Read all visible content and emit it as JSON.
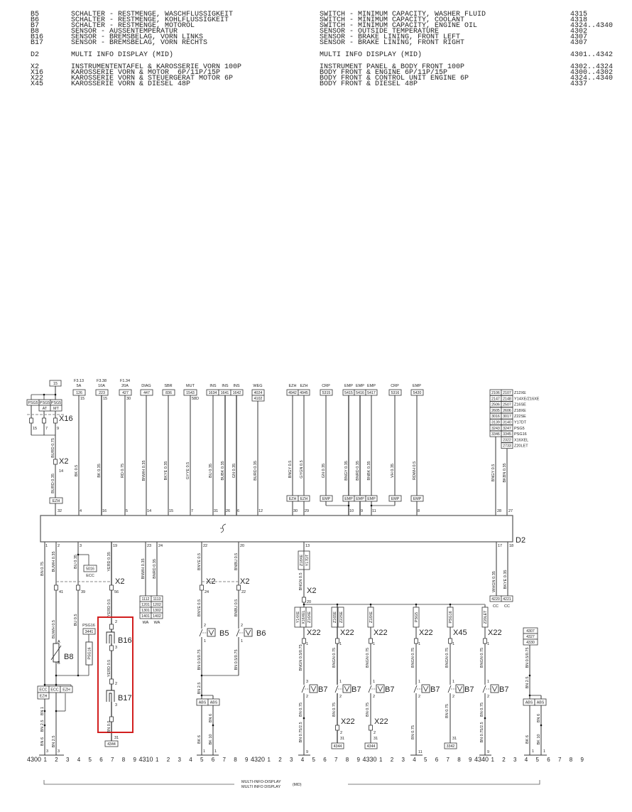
{
  "legend": {
    "rows": [
      {
        "code": "B5",
        "de": "SCHALTER - RESTMENGE, WASCHFLUSSIGKEIT",
        "en": "SWITCH - MINIMUM CAPACITY, WASHER FLUID",
        "ref": "4315"
      },
      {
        "code": "B6",
        "de": "SCHALTER - RESTMENGE, KOHLFLUSSIGKEIT",
        "en": "SWITCH - MINIMUM CAPACITY, COOLANT",
        "ref": "4318"
      },
      {
        "code": "B7",
        "de": "SCHALTER - RESTMENGE, MOTORÖL",
        "en": "SWITCH - MINIMUM CAPACITY, ENGINE OIL",
        "ref": "4324..4340"
      },
      {
        "code": "B8",
        "de": "SENSOR - AUSSENTEMPERATUR",
        "en": "SENSOR - OUTSIDE TEMPERATURE",
        "ref": "4302"
      },
      {
        "code": "B16",
        "de": "SENSOR - BREMSBELAG, VORN LINKS",
        "en": "SENSOR - BRAKE LINING, FRONT LEFT",
        "ref": "4307"
      },
      {
        "code": "B17",
        "de": "SENSOR - BREMSBELAG, VORN RECHTS",
        "en": "SENSOR - BRAKE LINING, FRONT RIGHT",
        "ref": "4307"
      },
      {
        "code": "D2",
        "de": "MULTI INFO DISPLAY (MID)",
        "en": "MULTI INFO DISPLAY (MID)",
        "ref": "4301..4342"
      },
      {
        "code": "X2",
        "de": "INSTRUMENTENTAFEL & KAROSSERIE VORN 100P",
        "en": "INSTRUMENT PANEL & BODY FRONT 100P",
        "ref": "4302..4324"
      },
      {
        "code": "X16",
        "de": "KAROSSERIE VORN & MOTOR  6P/11P/15P",
        "en": "BODY FRONT & ENGINE 6P/11P/15P",
        "ref": "4300..4302"
      },
      {
        "code": "X22",
        "de": "KAROSSERIE VORN & STEUERGERAT MOTOR 6P",
        "en": "BODY FRONT & CONTROL UNIT ENGINE 6P",
        "ref": "4324..4340"
      },
      {
        "code": "X45",
        "de": "KAROSSERIE VORN & DIESEL 48P",
        "en": "BODY FRONT & DIESEL 48P",
        "ref": "4337"
      }
    ]
  },
  "diagram": {
    "module_label": "D2",
    "title_de": "MULTI-INFO-DISPLAY",
    "title_en": "MULTI INFO DISPLAY",
    "title_suffix": "(MID)",
    "ruler": [
      "4300",
      "1",
      "2",
      "3",
      "4",
      "5",
      "6",
      "7",
      "8",
      "9",
      "4310",
      "1",
      "2",
      "3",
      "4",
      "5",
      "6",
      "7",
      "8",
      "9",
      "4320",
      "1",
      "2",
      "3",
      "4",
      "5",
      "6",
      "7",
      "8",
      "9",
      "4330",
      "1",
      "2",
      "3",
      "4",
      "5",
      "6",
      "7",
      "8",
      "9",
      "4340",
      "1",
      "2",
      "3",
      "4",
      "5",
      "6",
      "7",
      "8",
      "9"
    ],
    "variant_grid": [
      [
        "2106",
        "2107",
        "Z12XE"
      ],
      [
        "2147",
        "2148",
        "Y14XE/Z16XE"
      ],
      [
        "2506",
        "2507",
        "Z16SE"
      ],
      [
        "2605",
        "2606",
        "Z18XE"
      ],
      [
        "3016",
        "3017",
        "Z22SE"
      ],
      [
        "3139",
        "3140",
        "Y17DT"
      ],
      [
        "3243",
        "3247",
        "PSG5"
      ],
      [
        "3346",
        "3345",
        "PSG16"
      ],
      [
        "",
        "2322",
        "X16XEL"
      ],
      [
        "",
        "2733",
        "Z20LET"
      ]
    ],
    "labels": {
      "t15box": "15",
      "psg5a": "PSG5",
      "psg5b": "PSG5",
      "psg5c": "PSG5",
      "at": "AT",
      "mt": "MT",
      "x16": "X16",
      "p15": "15",
      "p7": "7",
      "p9": "9",
      "w_burd075": "BURD 0.75",
      "x2a": "X2",
      "p14": "14",
      "w_burd035": "BURD 0.35",
      "ezh0": "EZH",
      "f313": "F3.13",
      "a5": "5A",
      "b126": "126",
      "p15a": "15",
      "f338": "F3.38",
      "a10": "10A",
      "b223": "223",
      "p15b": "15",
      "f134": "F1.34",
      "a20": "20A",
      "b427": "427",
      "p30": "30",
      "diag": "DIAG",
      "b447": "447",
      "sbr": "SBR",
      "b836": "836",
      "mut": "MUT",
      "b1543": "1543",
      "p58d": "58D",
      "ins1": "INS",
      "b1634": "1634",
      "ins2": "INS",
      "b1641": "1641",
      "ins3": "INS",
      "b1642": "1642",
      "weg": "WEG",
      "b4024": "4024",
      "b4102": "4102",
      "ezh1": "EZH",
      "b4942": "4942",
      "ezh2": "EZH",
      "b4945": "4945",
      "crp1": "CRP",
      "b5315": "5315",
      "emp1": "EMP",
      "b5415": "5415",
      "emp2": "EMP",
      "b5416": "5416",
      "emp3": "EMP",
      "b5417": "5417",
      "crp2": "CRP",
      "b5316": "5316",
      "emp4": "EMP",
      "b5420": "5420",
      "bk05": "BK 0.5",
      "bk035": "BK 0.35",
      "rd075": "RD 0.75",
      "bnwh035": "BNWH 0.35",
      "bkye035": "BKYE 0.35",
      "gyye05": "GYYE 0.5",
      "bu035": "BU 0.35",
      "bubk035": "BUBK 0.35",
      "gn035": "GN 0.35",
      "burd035b": "BURD 0.35",
      "bngy05": "BNGY 0.5",
      "gygn05": "GYGN 0.5",
      "gn035b": "GN 0.35",
      "bngy035": "BNGY 0.35",
      "bnrd035": "BNRD 0.35",
      "bnbk035": "BNBK 0.35",
      "vh035": "VH 0.35",
      "rdwh05": "RDWH 0.5",
      "bngy05b": "BNGY 0.5",
      "bkbn035": "BKBN 0.35",
      "ezhb1": "EZH",
      "ezhb2": "EZH",
      "empb0": "EMP",
      "empb1": "EMP",
      "empb2": "EMP",
      "empb3": "EMP",
      "empb4": "EMP",
      "empb5": "EMP",
      "t32": "32",
      "t4": "4",
      "t16": "16",
      "t5": "5",
      "t14": "14",
      "t15": "15",
      "t7": "7",
      "t31": "31",
      "t26": "26",
      "t6": "6",
      "t12": "12",
      "t30": "30",
      "t29": "29",
      "t10": "10",
      "t9": "9",
      "t11": "11",
      "t8": "8",
      "t28": "28",
      "t27": "27",
      "u1": "1",
      "u2": "2",
      "u3": "3",
      "u19": "19",
      "u23": "23",
      "u24": "24",
      "u22": "22",
      "u20": "20",
      "u13": "13",
      "u17": "17",
      "u18": "18",
      "bn075a": "BN 0.75",
      "buwh035": "BUWH 0.35",
      "bu035b": "BU 0.35",
      "b5016": "5016",
      "ecc1": "ECC",
      "yerd035": "YERD 0.35",
      "x2b": "X2",
      "p41": "41",
      "p39": "39",
      "p56": "56",
      "buwh05": "BUWH 0.5",
      "bu05": "BU 0.5",
      "yerd05a": "YERD 0.5",
      "psg16lbl": "PSG16",
      "b3441": "3441",
      "psg16r": "PSG16",
      "b8": "B8",
      "b8a": "A",
      "b8b": "B",
      "eccx": "ECC",
      "eccy": "ECC",
      "ezhx": "EZH",
      "ezhy": "EZH",
      "bn1": "BN 1",
      "bn25a": "BN 2.5",
      "bn6a": "BN 6",
      "bn25b": "BN 2.5",
      "p3a": "3",
      "p3b": "3",
      "s2a": "2",
      "b16": "B16",
      "s3a": "3",
      "yerd05b": "YERD 0.5",
      "s2b": "2",
      "b17": "B17",
      "s3b": "3",
      "bn05r": "BN 0.5",
      "p31r": "31",
      "b4344a": "4344",
      "bnwh035b": "BNWH 0.35",
      "bnrd035b": "BNRD 0.35",
      "g1112": "1112",
      "g1113": "1113",
      "g1201": "1201",
      "g1202": "1202",
      "g1301": "1301",
      "g1302": "1302",
      "g1401": "1401",
      "g1402": "1402",
      "wa1": "WA",
      "wa2": "WA",
      "bnye05a": "BNYE 0.5",
      "bnbu05a": "BNBU 0.5",
      "x2c": "X2",
      "x2d": "X2",
      "p24": "24",
      "p22": "22",
      "bnye05b": "BNYE 0.5",
      "bnbu05b": "BNBU 0.5",
      "b5": "B5",
      "b6": "B6",
      "b5p2": "2",
      "b5p1": "1",
      "b6p2": "2",
      "b6p1": "1",
      "bn0575a": "BN 0.5/0.75",
      "bn0575b": "BN 0.5/0.75",
      "bn25c": "BN 2.5",
      "abs1": "ABS",
      "abs2": "ABS",
      "bk6a": "BK 6",
      "bn6b": "BN 6",
      "bk10a": "BK 10",
      "q1a": "1",
      "q1b": "1",
      "z18y17a": "Z18XE",
      "z18y17b": "Y17DT",
      "bngn05": "BNGN 0.5",
      "x2e": "X2",
      "p20": "20",
      "v1": "Y14XE",
      "v2": "X16XEL",
      "v3": "Z16XE",
      "v4": "Z16SE",
      "v5": "Z22SE",
      "v6": "Z18XE",
      "v7": "PSG5",
      "v8": "PSG16",
      "v9": "Z20LET",
      "c1": "X22",
      "c2": "X22",
      "c3": "X22",
      "c4": "X22",
      "c5": "X45",
      "c6": "X22",
      "k1": "1",
      "k2": "1",
      "k3": "1",
      "k4": "1",
      "k5": "1",
      "k6": "1",
      "wg1": "BNGN 0.5/0.75",
      "wg2": "BNGN 0.75",
      "wg3": "BNGN 0.75",
      "wg4": "BNGN 0.75",
      "wg5": "BNGN 0.75",
      "wg6": "BNGN 0.75",
      "b7a": "B7",
      "b7b": "B7",
      "b7c": "B7",
      "b7d": "B7",
      "b7e": "B7",
      "b7f": "B7",
      "sa1": "3",
      "sa2": "1",
      "sa3": "1",
      "sa4": "1",
      "sa5": "1",
      "sa6": "1",
      "sb1": "2",
      "sb2": "2",
      "sb3": "2",
      "sb4": "2",
      "sb5": "2",
      "sb6": "2",
      "lw1": "BN 0.75",
      "lw1b": "BN 0.75/2.5",
      "lw2": "BN 0.75",
      "lw3": "BN 0.75",
      "lw4": "BN 0.75",
      "lw5": "BN 0.75",
      "lw6": "BN 0.75",
      "lw6b": "BN 0.75/2.5",
      "x22l2": "X22",
      "x22l3": "X22",
      "m2a": "2",
      "m2b": "31",
      "m3a": "2",
      "m3b": "31",
      "m5b": "31",
      "b4344b": "4344",
      "b4344c": "4344",
      "b3342": "3342",
      "e9a": "9",
      "e11": "11",
      "e9b": "9",
      "whgn035": "WHGN 0.35",
      "bkye035b": "BKYE 0.35",
      "b4220": "4220",
      "b4221": "4221",
      "cc1": "CC",
      "cc2": "CC",
      "b4307": "4307",
      "b4327": "4327",
      "b4330": "4330",
      "bn0575c": "BN 0.5/0.75",
      "bn25d": "BN 2.5",
      "abs3": "ABS",
      "abs4": "ABS",
      "bk6b": "BK 6",
      "bn6c": "BN 6",
      "bk10b": "BK 10",
      "q2a": "1",
      "q2b": "1"
    }
  }
}
